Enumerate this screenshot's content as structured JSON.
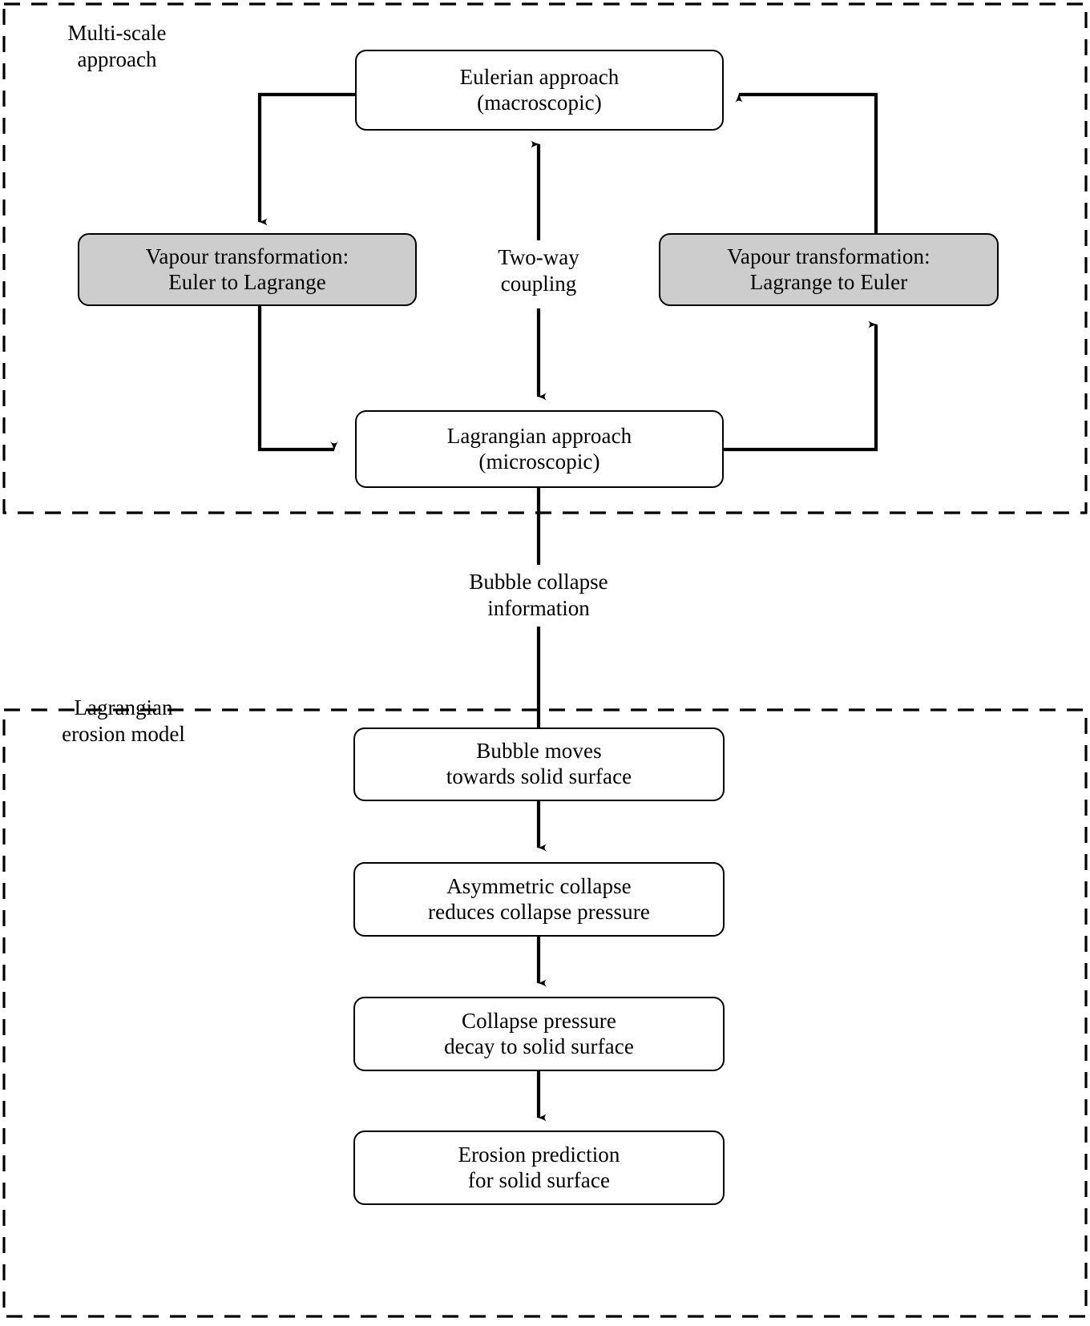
{
  "figure": {
    "type": "flowchart",
    "background": "#ffffff",
    "line_color": "#000000",
    "shaded_fill": "#cdcdcd",
    "box_fill": "#ffffff"
  },
  "sections": [
    {
      "id": "multi-scale",
      "label": "Multi-scale\napproach",
      "border_style": "dashed"
    },
    {
      "id": "erosion",
      "label": "Lagrangian\nerosion model",
      "border_style": "dashed"
    }
  ],
  "nodes": [
    {
      "id": "eulerian",
      "label": "Eulerian approach\n(macroscopic)",
      "shaded": false
    },
    {
      "id": "vapour-euler-to-lagrange",
      "label": "Vapour transformation:\nEuler to Lagrange",
      "shaded": true
    },
    {
      "id": "vapour-lagrange-to-euler",
      "label": "Vapour transformation:\nLagrange to Euler",
      "shaded": true
    },
    {
      "id": "lagrangian",
      "label": "Lagrangian approach\n(microscopic)",
      "shaded": false
    },
    {
      "id": "bubble-moves",
      "label": "Bubble moves\ntowards solid surface",
      "shaded": false
    },
    {
      "id": "asymmetric-collapse",
      "label": "Asymmetric collapse\nreduces collapse pressure",
      "shaded": false
    },
    {
      "id": "collapse-pressure-decay",
      "label": "Collapse pressure\ndecay to solid surface",
      "shaded": false
    },
    {
      "id": "erosion-prediction",
      "label": "Erosion prediction\nfor solid surface",
      "shaded": false
    }
  ],
  "edge_labels": [
    {
      "id": "two-way-coupling",
      "label": "Two-way\ncoupling"
    },
    {
      "id": "bubble-collapse-information",
      "label": "Bubble collapse\ninformation"
    }
  ]
}
